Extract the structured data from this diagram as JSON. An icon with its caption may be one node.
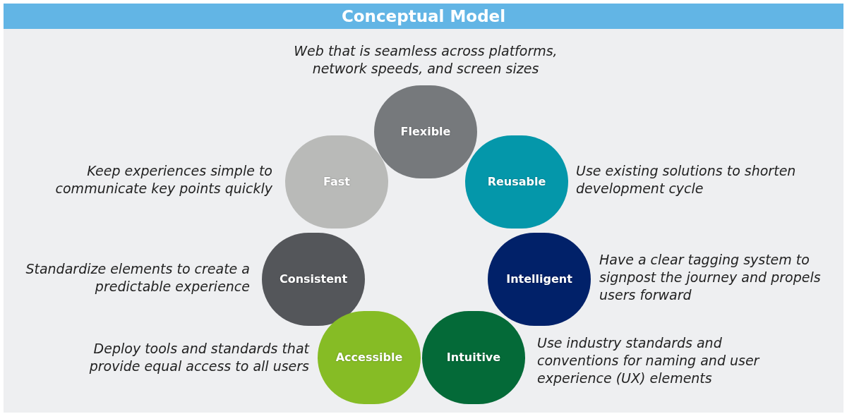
{
  "diagram": {
    "title": "Conceptual Model",
    "nodes": [
      {
        "text": [
          "Flexible"
        ],
        "beside": [
          "Web that is seamless across platforms, network speeds, and screen sizes"
        ]
      },
      {
        "text": [
          "Fast"
        ],
        "beside": [
          "Keep experiences simple to communicate key points quickly"
        ]
      },
      {
        "text": [
          "Reusable"
        ],
        "beside": [
          "Use existing solutions to shorten development cycle"
        ]
      },
      {
        "text": [
          "Consistent"
        ],
        "beside": [
          "Standardize elements to create a predictable experience"
        ]
      },
      {
        "text": [
          "Intelligent"
        ],
        "beside": [
          "Have a clear tagging system to signpost the journey and propels users forward"
        ]
      },
      {
        "text": [
          "Accessible"
        ],
        "beside": [
          "Deploy tools and standards that provide equal access to all users"
        ]
      },
      {
        "text": [
          "Intuitive"
        ],
        "beside": [
          "Use industry standards and conventions for naming and user experience (UX) elements"
        ]
      }
    ]
  }
}
